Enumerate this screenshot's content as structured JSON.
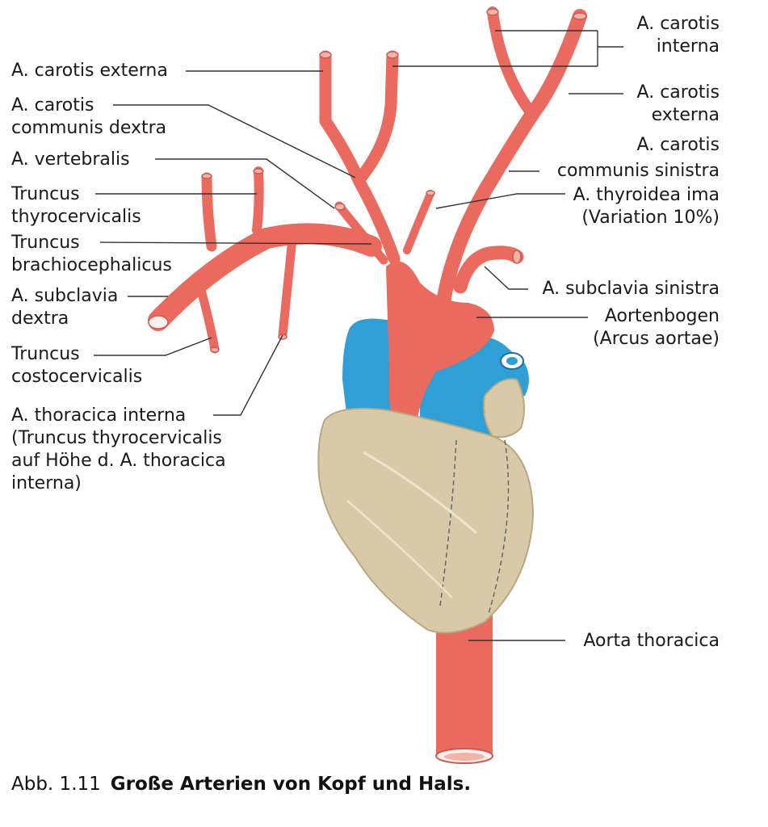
{
  "labels": {
    "carotis_externa_right": "A. carotis externa",
    "carotis_communis_dextra": [
      "A. carotis",
      "communis dextra"
    ],
    "vertebralis": "A. vertebralis",
    "thyrocervicalis": [
      "Truncus",
      "thyrocervicalis"
    ],
    "brachiocephalicus": [
      "Truncus",
      "brachiocephalicus"
    ],
    "subclavia_dextra": [
      "A. subclavia",
      "dextra"
    ],
    "costocervicalis": [
      "Truncus",
      "costocervicalis"
    ],
    "thoracica_interna": [
      "A. thoracica interna",
      "(Truncus thyrocervicalis",
      "auf Höhe d. A. thoracica",
      "interna)"
    ],
    "carotis_interna": [
      "A. carotis",
      "interna"
    ],
    "carotis_externa_left": [
      "A. carotis",
      "externa"
    ],
    "carotis_communis_sinistra": [
      "A. carotis",
      "communis sinistra"
    ],
    "thyroidea_ima": [
      "A. thyroidea ima",
      "(Variation 10%)"
    ],
    "subclavia_sinistra": "A. subclavia sinistra",
    "aortenbogen": [
      "Aortenbogen",
      "(Arcus aortae)"
    ],
    "aorta_thoracica": "Aorta thoracica"
  },
  "caption": {
    "number": "Abb. 1.11",
    "title": "Große Arterien von Kopf und Hals."
  },
  "colors": {
    "artery": "#ea6a5f",
    "artery_lumen": "#f4b3a8",
    "vein": "#2f9fd6",
    "heart": "#d8c9a9",
    "leader": "#333333"
  }
}
